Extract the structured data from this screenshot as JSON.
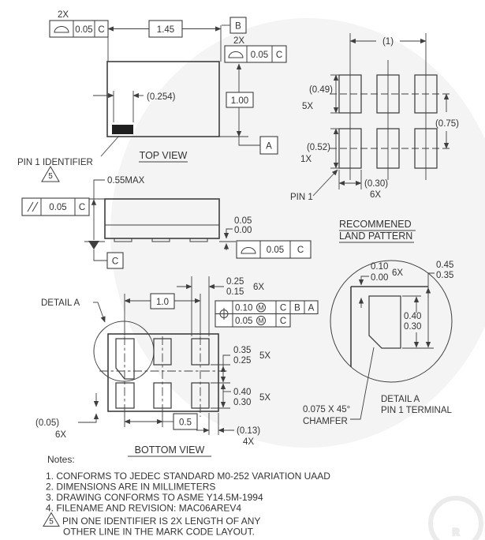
{
  "top_view": {
    "label": "TOP VIEW",
    "qty_left": "2X",
    "fcf_left_tol": "0.05",
    "fcf_left_datum": "C",
    "dim_width": "1.45",
    "datum_b": "B",
    "qty_right": "2X",
    "fcf_right_tol": "0.05",
    "fcf_right_datum": "C",
    "dim_mark": "(0.254)",
    "dim_height": "1.00",
    "datum_a": "A",
    "pin1_label": "PIN 1 IDENTIFIER",
    "pin1_flag": "5"
  },
  "land_pattern": {
    "title1": "RECOMMENED",
    "title2": "LAND PATTERN",
    "dim_pitch": "(1)",
    "dim_pad_len_top": "(0.49)",
    "qty_pad_len_top": "5X",
    "dim_rows": "(0.75)",
    "dim_pad_len_bot": "(0.52)",
    "qty_pad_len_bot": "1X",
    "pin1_label": "PIN 1",
    "dim_pad_w": "(0.30)",
    "qty_pad_w": "6X"
  },
  "side_view": {
    "dim_height": "0.55MAX",
    "fcf_par_tol": "0.05",
    "fcf_par_datum": "C",
    "dim_standoff_max": "0.05",
    "dim_standoff_min": "0.00",
    "fcf_seat_tol": "0.05",
    "fcf_seat_datum": "C",
    "datum_c": "C"
  },
  "bottom_view": {
    "label": "BOTTOM VIEW",
    "detail_label": "DETAIL A",
    "dim_pitch": "1.0",
    "dim_pad_w_max": "0.25",
    "dim_pad_w_min": "0.15",
    "qty_pad_w": "6X",
    "fcf_pos_tol1": "0.10",
    "fcf_pos_mod1": "M",
    "fcf_pos_d1": "C",
    "fcf_pos_d2": "B",
    "fcf_pos_d3": "A",
    "fcf_pos_tol2": "0.05",
    "fcf_pos_mod2": "M",
    "fcf_pos_d4": "C",
    "dim_gap_max": "0.35",
    "dim_gap_min": "0.25",
    "qty_gap": "5X",
    "dim_pad_len_max": "0.40",
    "dim_pad_len_min": "0.30",
    "qty_pad_len": "5X",
    "dim_edge": "(0.05)",
    "qty_edge": "6X",
    "dim_half_pitch": "0.5",
    "dim_side_gap": "(0.13)",
    "qty_side_gap": "4X"
  },
  "detail_a": {
    "label1": "DETAIL A",
    "label2": "PIN 1 TERMINAL",
    "dim_top_max": "0.10",
    "dim_top_min": "0.00",
    "qty_top": "6X",
    "dim_outer_max": "0.45",
    "dim_outer_min": "0.35",
    "dim_pad_max": "0.40",
    "dim_pad_min": "0.30",
    "chamfer1": "0.075 X 45°",
    "chamfer2": "CHAMFER"
  },
  "notes": {
    "heading": "Notes:",
    "items": [
      "1. CONFORMS TO JEDEC STANDARD M0-252 VARIATION UAAD",
      "2. DIMENSIONS ARE IN MILLIMETERS",
      "3. DRAWING CONFORMS TO ASME Y14.5M-1994",
      "4. FILENAME AND REVISION: MAC06AREV4"
    ],
    "note5_flag": "5",
    "note5_text": "PIN ONE IDENTIFIER IS 2X LENGTH OF ANY",
    "note5_cont": "OTHER LINE IN THE MARK CODE LAYOUT."
  },
  "watermark": {
    "registered": "R"
  },
  "colors": {
    "line": "#3f3f3f",
    "text": "#333333",
    "watermark": "#f4f4f4"
  }
}
